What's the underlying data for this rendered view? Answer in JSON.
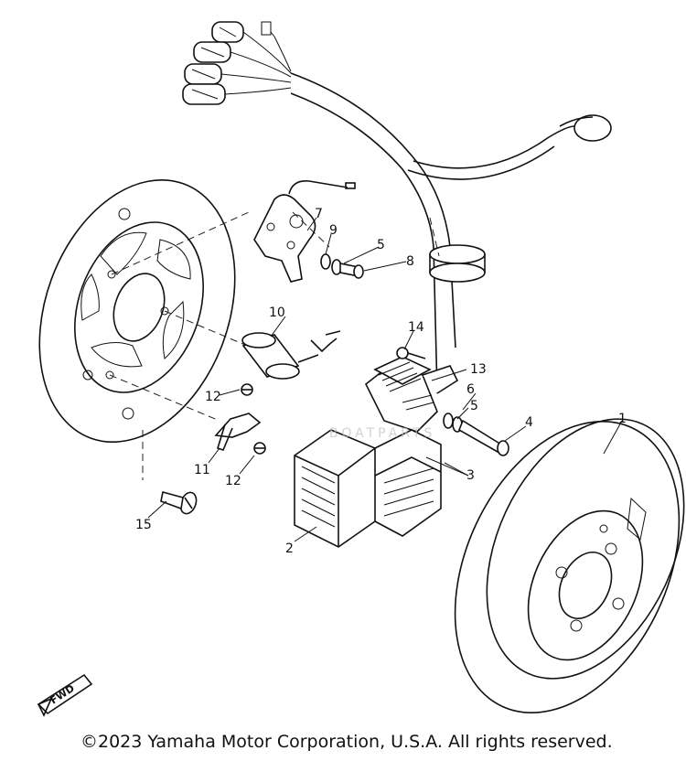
{
  "callouts": [
    {
      "key": "c1",
      "text": "1"
    },
    {
      "key": "c2",
      "text": "2"
    },
    {
      "key": "c3",
      "text": "3"
    },
    {
      "key": "c4",
      "text": "4"
    },
    {
      "key": "c5a",
      "text": "5"
    },
    {
      "key": "c5b",
      "text": "5"
    },
    {
      "key": "c6",
      "text": "6"
    },
    {
      "key": "c7",
      "text": "7"
    },
    {
      "key": "c8",
      "text": "8"
    },
    {
      "key": "c9",
      "text": "9"
    },
    {
      "key": "c10",
      "text": "10"
    },
    {
      "key": "c11",
      "text": "11"
    },
    {
      "key": "c12a",
      "text": "12"
    },
    {
      "key": "c12b",
      "text": "12"
    },
    {
      "key": "c13",
      "text": "13"
    },
    {
      "key": "c14",
      "text": "14"
    },
    {
      "key": "c15",
      "text": "15"
    }
  ],
  "fwd_arrow_text": "FWD",
  "watermark_text": "BOATPARTS",
  "watermark_sub": "",
  "copyright": "©2023 Yamaha Motor Corporation, U.S.A. All rights reserved."
}
